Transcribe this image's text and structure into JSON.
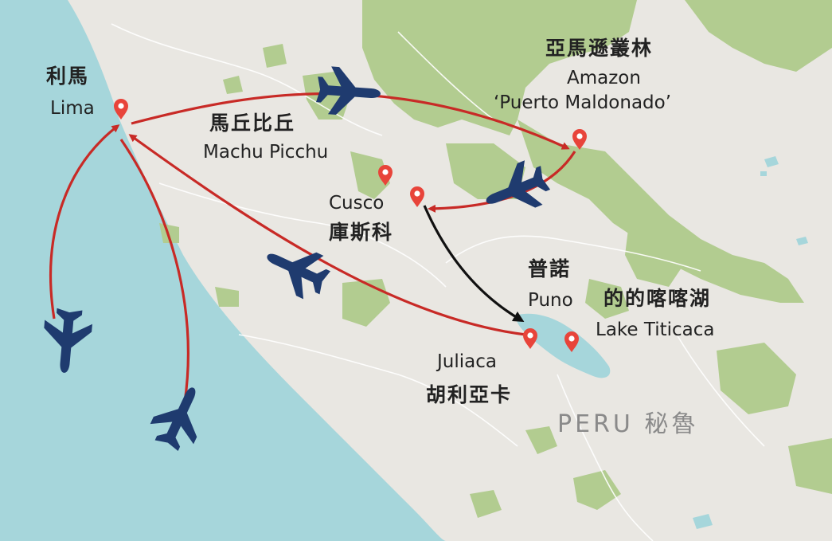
{
  "colors": {
    "ocean": "#a6d6db",
    "land": "#e9e7e2",
    "forest": "#b2cc90",
    "lake": "#a6d6db",
    "route_flight": "#c82a26",
    "route_ground": "#111111",
    "plane": "#1f3b6f",
    "pin": "#e8443a"
  },
  "labels": {
    "lima_zh": "利馬",
    "lima_en": "Lima",
    "machu_zh": "馬丘比丘",
    "machu_en": "Machu Picchu",
    "cusco_en": "Cusco",
    "cusco_zh": "庫斯科",
    "amazon_zh": "亞馬遜叢林",
    "amazon_en": "Amazon",
    "amazon_sub": "‘Puerto Maldonado’",
    "puno_zh": "普諾",
    "puno_en": "Puno",
    "titicaca_zh": "的的喀喀湖",
    "titicaca_en": "Lake Titicaca",
    "juliaca_en": "Juliaca",
    "juliaca_zh": "胡利亞卡",
    "country": "PERU 秘魯"
  },
  "icons": {
    "marker": "map-pin-icon",
    "plane": "airplane-icon"
  }
}
